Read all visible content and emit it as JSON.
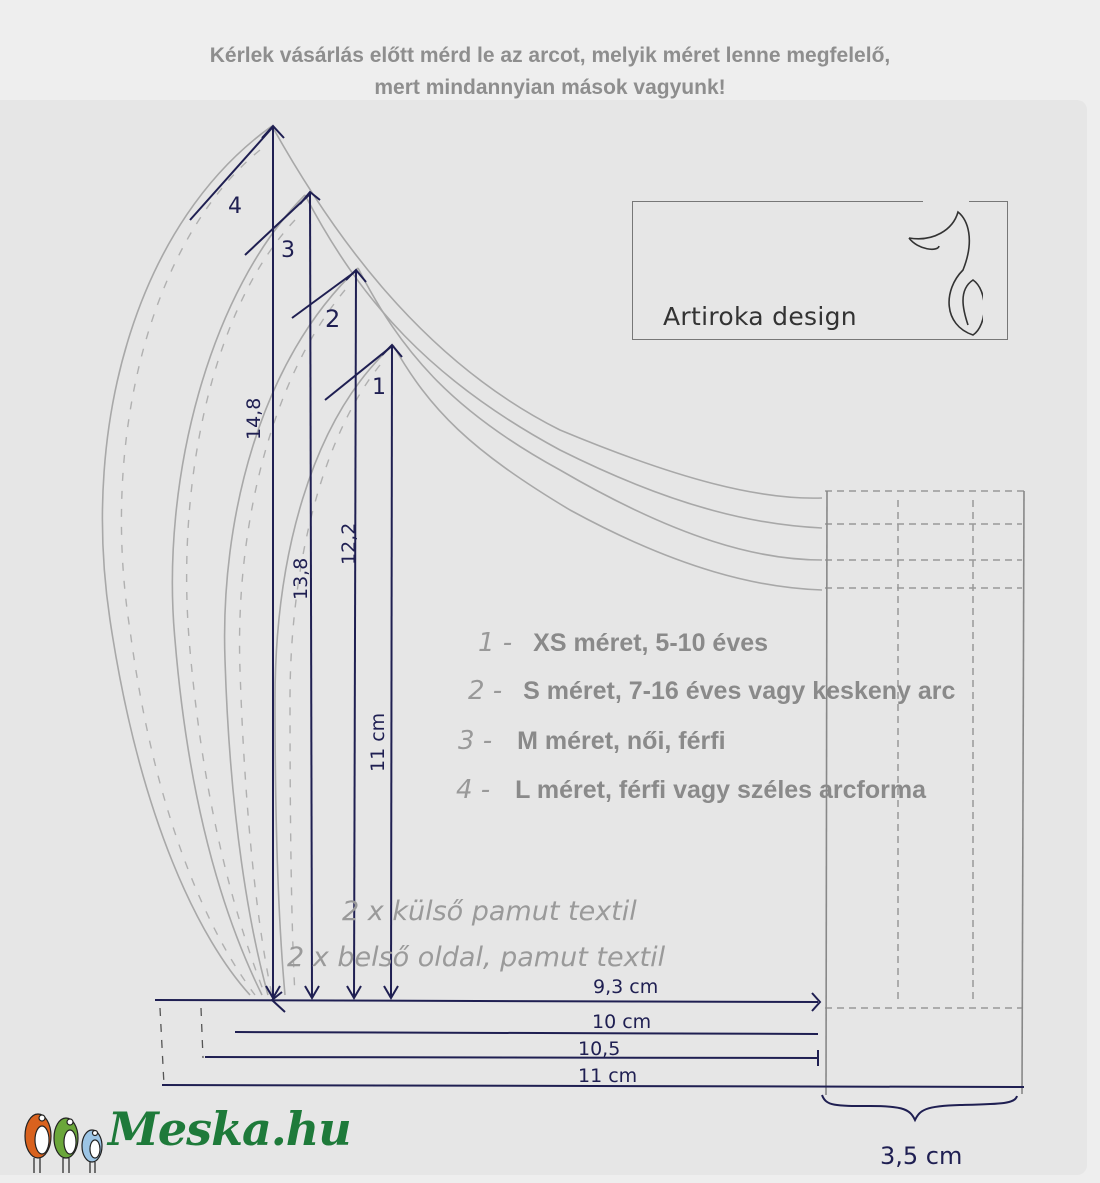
{
  "headline": {
    "line1": "Kérlek vásárlás előtt mérd le az arcot, melyik méret lenne megfelelő,",
    "line2": "mert mindannyian mások vagyunk!"
  },
  "brand": {
    "name": "Artiroka design",
    "logo_icon": "fox-tail-icon"
  },
  "sizes": [
    {
      "num": "1 -",
      "label": "XS méret, 5-10 éves"
    },
    {
      "num": "2 -",
      "label": "S méret, 7-16 éves vagy keskeny arc"
    },
    {
      "num": "3 -",
      "label": "M méret, női, férfi"
    },
    {
      "num": "4 -",
      "label": "L méret, férfi vagy széles arcforma"
    }
  ],
  "fabric": {
    "outer": "2 x külső pamut textil",
    "inner": "2 x belső oldal, pamut textil"
  },
  "pattern_labels": {
    "curve_numbers": [
      "4",
      "3",
      "2",
      "1"
    ],
    "heights": [
      "14,8",
      "13,8",
      "12,2",
      "11 cm"
    ],
    "widths": [
      "9,3 cm",
      "10 cm",
      "10,5",
      "11 cm"
    ],
    "tab_width": "3,5 cm"
  },
  "footer": {
    "logo_text": "Meska.hu",
    "logo_icon": "birds-icon"
  },
  "colors": {
    "ink": "#1f1f52",
    "pencil": "#9a9a9a",
    "headline": "#8e8e8e",
    "meska_green": "#1e7a3a"
  }
}
